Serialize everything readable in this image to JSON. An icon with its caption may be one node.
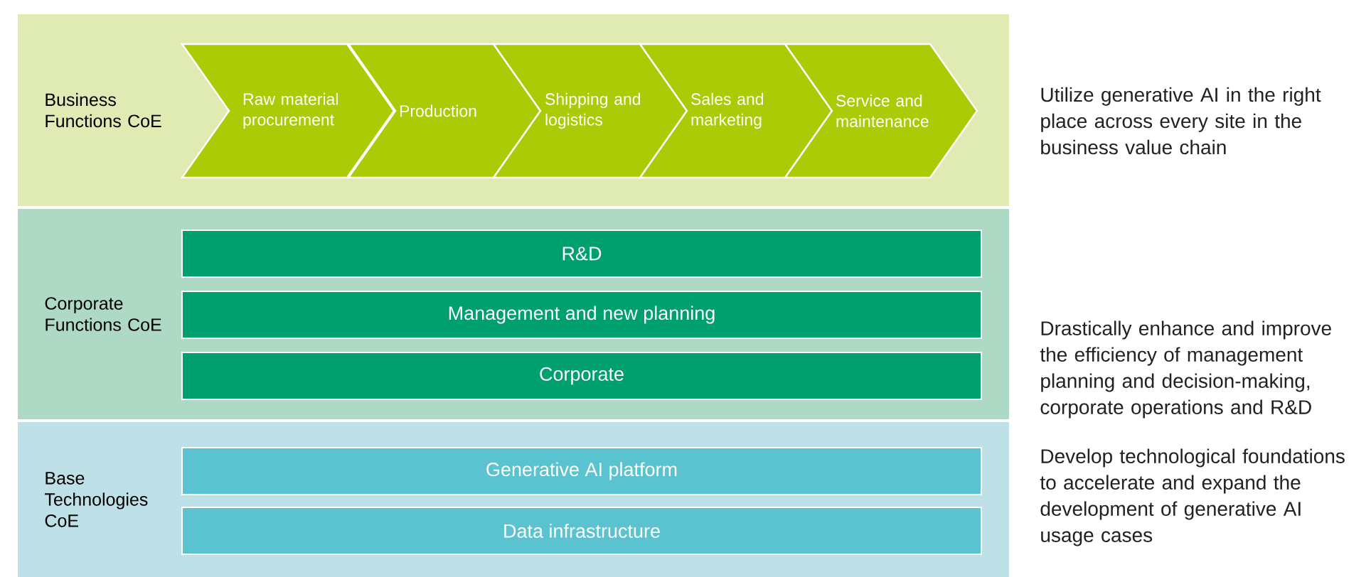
{
  "diagram": {
    "nodes": [
      {
        "text": [
          "Business Functions CoE"
        ],
        "beside": [
          "Utilize generative AI in the right place across every site in the business value chain"
        ]
      },
      {
        "text": [
          "Raw material procurement"
        ],
        "in": 0
      },
      {
        "text": [
          "Production"
        ],
        "in": 0
      },
      {
        "text": [
          "Shipping and logistics"
        ],
        "in": 0
      },
      {
        "text": [
          "Sales and marketing"
        ],
        "in": 0
      },
      {
        "text": [
          "Service and maintenance"
        ],
        "in": 0
      },
      {
        "text": [
          "Corporate Functions CoE"
        ],
        "beside": [
          "Drastically enhance and improve the efficiency of management planning and decision-making, corporate operations and R&D"
        ]
      },
      {
        "text": [
          "R&D"
        ],
        "in": 6
      },
      {
        "text": [
          "Management and new planning"
        ],
        "in": 6
      },
      {
        "text": [
          "Corporate"
        ],
        "in": 6
      },
      {
        "text": [
          "Base Technologies CoE"
        ],
        "beside": [
          "Develop technological foundations to accelerate and expand the development of generative AI usage cases"
        ]
      },
      {
        "text": [
          "Generative AI platform"
        ],
        "in": 10
      },
      {
        "text": [
          "Data infrastructure"
        ],
        "in": 10
      }
    ]
  }
}
